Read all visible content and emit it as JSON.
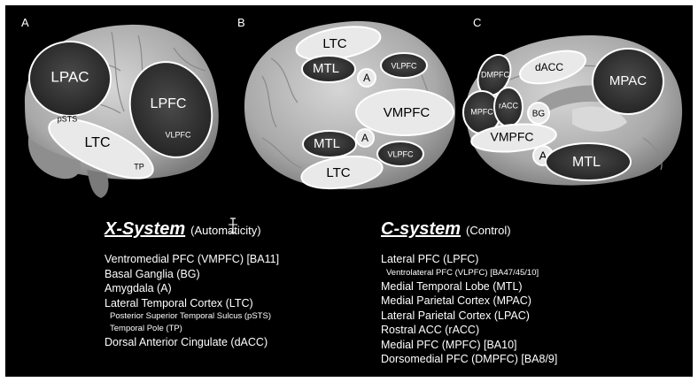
{
  "panels": {
    "A": {
      "letter": "A",
      "regions": {
        "lpac": "LPAC",
        "lpfc": "LPFC",
        "vlpfc": "VLPFC",
        "psts": "pSTS",
        "ltc": "LTC",
        "tp": "TP"
      }
    },
    "B": {
      "letter": "B",
      "regions": {
        "ltc_top": "LTC",
        "mtl_top": "MTL",
        "a_top": "A",
        "vlpfc_top": "VLPFC",
        "vmpfc": "VMPFC",
        "mtl_bot": "MTL",
        "a_bot": "A",
        "vlpfc_bot": "VLPFC",
        "ltc_bot": "LTC"
      }
    },
    "C": {
      "letter": "C",
      "regions": {
        "dmpfc": "DMPFC",
        "dacc": "dACC",
        "mpac": "MPAC",
        "mpfc": "MPFC",
        "racc": "rACC",
        "bg": "BG",
        "vmpfc": "VMPFC",
        "a": "A",
        "mtl": "MTL"
      }
    }
  },
  "x_system": {
    "name": "X-System",
    "description": "(Automaticity)",
    "items": [
      {
        "text": "Ventromedial PFC (VMPFC)  [BA11]",
        "sub": false
      },
      {
        "text": "Basal Ganglia (BG)",
        "sub": false
      },
      {
        "text": "Amygdala (A)",
        "sub": false
      },
      {
        "text": "Lateral Temporal Cortex (LTC)",
        "sub": false
      },
      {
        "text": "Posterior Superior Temporal Sulcus (pSTS)",
        "sub": true
      },
      {
        "text": "Temporal Pole (TP)",
        "sub": true
      },
      {
        "text": "Dorsal Anterior Cingulate (dACC)",
        "sub": false
      }
    ]
  },
  "c_system": {
    "name": "C-system",
    "description": "(Control)",
    "items": [
      {
        "text": "Lateral PFC (LPFC)",
        "sub": false
      },
      {
        "text": "Ventrolateral PFC (VLPFC) [BA47/45/10]",
        "sub": true
      },
      {
        "text": "Medial Temporal Lobe (MTL)",
        "sub": false
      },
      {
        "text": "Medial Parietal Cortex (MPAC)",
        "sub": false
      },
      {
        "text": "Lateral Parietal Cortex (LPAC)",
        "sub": false
      },
      {
        "text": "Rostral ACC (rACC)",
        "sub": false
      },
      {
        "text": "Medial PFC (MPFC)  [BA10]",
        "sub": false
      },
      {
        "text": "Dorsomedial PFC (DMPFC)  [BA8/9]",
        "sub": false
      }
    ]
  },
  "colors": {
    "background": "#000000",
    "brain": "#b9b9b9",
    "control_region": "#3a3a3a",
    "automatic_region": "#e9e9e9",
    "outline": "#ffffff"
  }
}
